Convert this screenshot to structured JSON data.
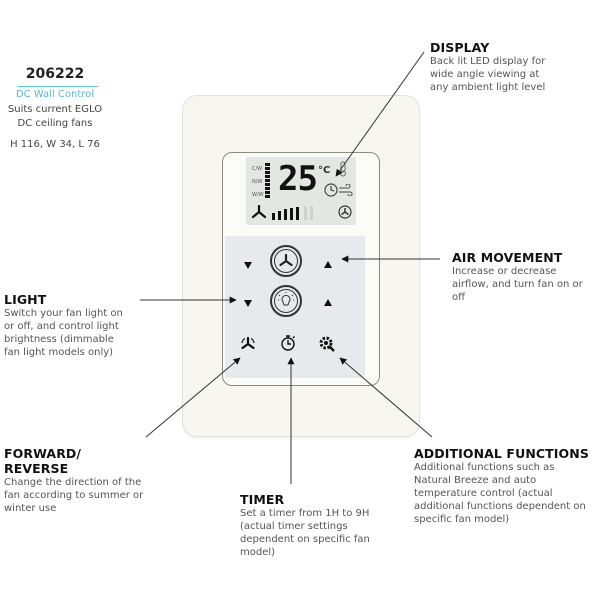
{
  "product": {
    "model_number": "206222",
    "name": "DC Wall Control",
    "description": "Suits current EGLO DC ceiling fans",
    "dimensions": "H 116, W 34, L 76",
    "accent_color": "#5fb8c8"
  },
  "device": {
    "display": {
      "temperature": "25",
      "unit": "°C",
      "color_labels": [
        "C/W",
        "N/W",
        "W/W"
      ],
      "icons": [
        "thermometer-icon",
        "clock-icon",
        "breeze-icon",
        "fan-direction-icon",
        "fan-icon"
      ]
    },
    "buttons": {
      "fan_down": "fan-speed-down",
      "fan": "fan-power",
      "fan_up": "fan-speed-up",
      "light_down": "light-dim-down",
      "light": "light-power",
      "light_up": "light-dim-up",
      "reverse": "forward-reverse",
      "timer": "timer",
      "settings": "additional-functions"
    }
  },
  "callouts": {
    "display": {
      "title": "DISPLAY",
      "text": "Back lit LED display for wide angle viewing at any ambient light level"
    },
    "air_movement": {
      "title": "AIR MOVEMENT",
      "text": "Increase or decrease airflow, and turn fan on or off"
    },
    "light": {
      "title": "LIGHT",
      "text": "Switch your fan light on or off, and control light brightness (dimmable fan light models only)"
    },
    "forward_reverse": {
      "title": "FORWARD/ REVERSE",
      "text": "Change the direction of the fan according to summer or winter use"
    },
    "timer": {
      "title": "TIMER",
      "text": "Set a timer from 1H to 9H (actual timer settings dependent on specific fan model)"
    },
    "additional_functions": {
      "title": "ADDITIONAL FUNCTIONS",
      "text": "Additional functions such as Natural Breeze and auto temperature control (actual additional functions dependent on specific fan model)"
    }
  }
}
